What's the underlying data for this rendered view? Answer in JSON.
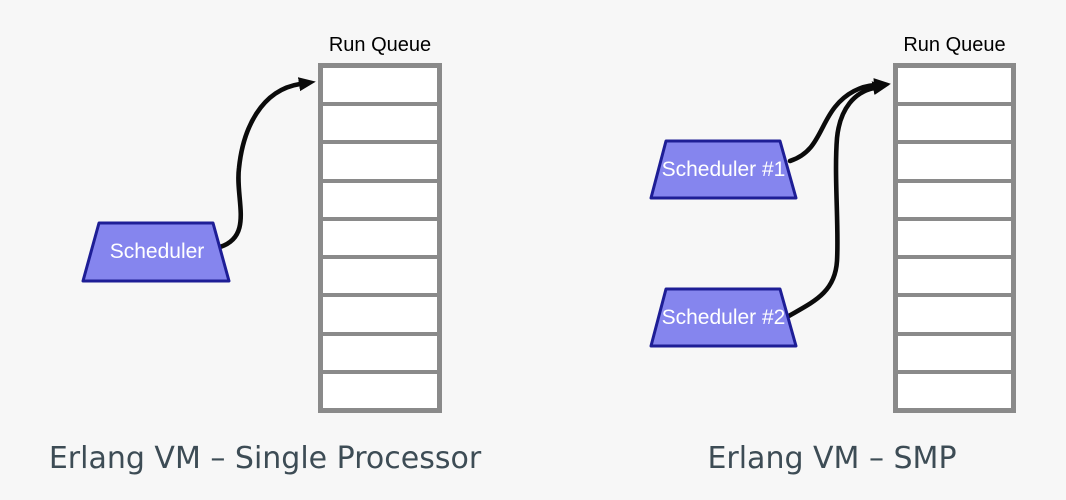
{
  "colors": {
    "background": "#f7f7f7",
    "arrow": "#0b0b0b",
    "queue_frame": "#8a8a8a",
    "cell_fill": "#ffffff",
    "trapezoid_fill": "#8585ee",
    "trapezoid_border": "#1e1e96",
    "queue_label_text": "#000000",
    "scheduler_label_text": "#ffffff",
    "caption_text": "#3d4c55"
  },
  "left_panel": {
    "queue_label": "Run Queue",
    "queue_cells": 9,
    "scheduler_label": "Scheduler",
    "caption": "Erlang VM – Single Processor"
  },
  "right_panel": {
    "queue_label": "Run Queue",
    "queue_cells": 9,
    "scheduler_1_label": "Scheduler #1",
    "scheduler_2_label": "Scheduler #2",
    "caption": "Erlang VM – SMP"
  }
}
